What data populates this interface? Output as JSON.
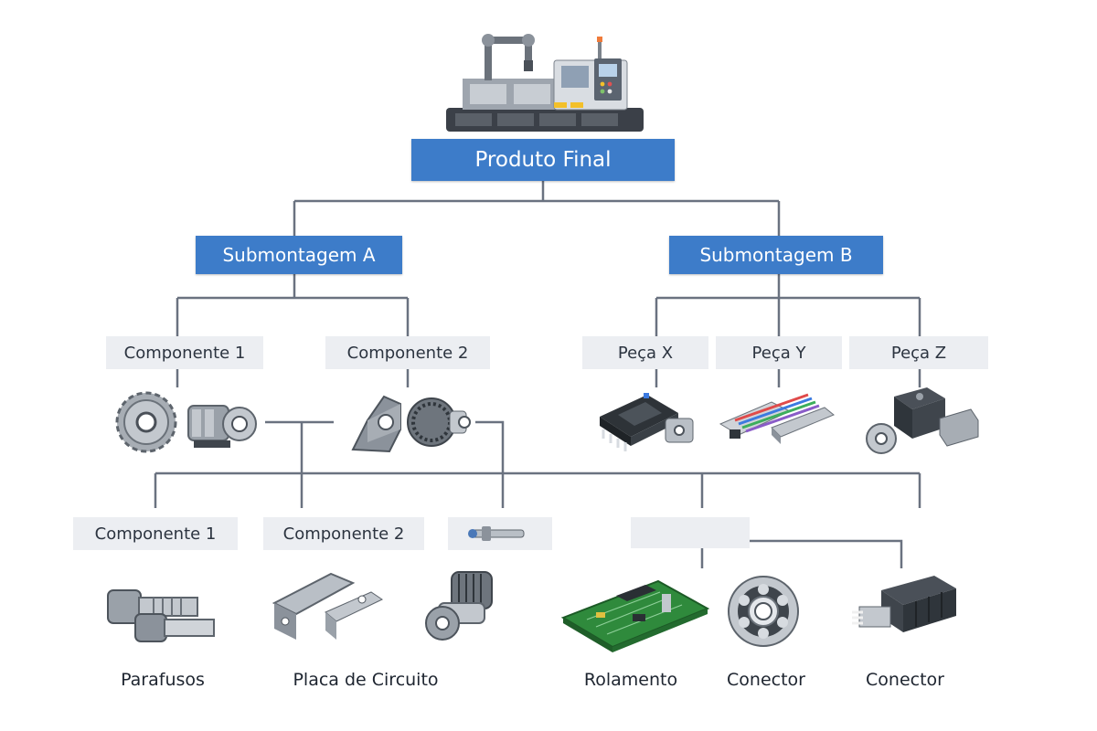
{
  "root": {
    "label": "Produto Final",
    "icon": "industrial-machine-icon"
  },
  "level1": [
    {
      "label": "Submontagem A"
    },
    {
      "label": "Submontagem B"
    }
  ],
  "level2": [
    {
      "label": "Componente 1",
      "icon": "gear-and-motor-icon"
    },
    {
      "label": "Componente 2",
      "icon": "bracket-and-pulley-icon"
    },
    {
      "label": "Peça X",
      "icon": "microchip-icon"
    },
    {
      "label": "Peça Y",
      "icon": "wiring-harness-icon"
    },
    {
      "label": "Peça Z",
      "icon": "sensor-block-icon"
    }
  ],
  "level3_boxes": [
    {
      "label": "Componente 1"
    },
    {
      "label": "Componente 2"
    },
    {
      "label": "",
      "icon": "shaft-pin-icon"
    },
    {
      "label": ""
    }
  ],
  "level3_items": [
    {
      "caption": "Parafusos",
      "icon": "bolts-icon"
    },
    {
      "caption": "Placa de Circuito",
      "icon": "metal-bracket-icon"
    },
    {
      "caption": "",
      "icon": "knurled-fitting-icon"
    },
    {
      "caption": "Rolamento",
      "icon": "circuit-board-icon"
    },
    {
      "caption": "Conector",
      "icon": "ball-bearing-icon"
    },
    {
      "caption": "Conector",
      "icon": "connector-plug-icon"
    }
  ],
  "colors": {
    "box_blue": "#3d7cc9",
    "box_gray": "#eceef2",
    "connector_line": "#6a7280"
  }
}
